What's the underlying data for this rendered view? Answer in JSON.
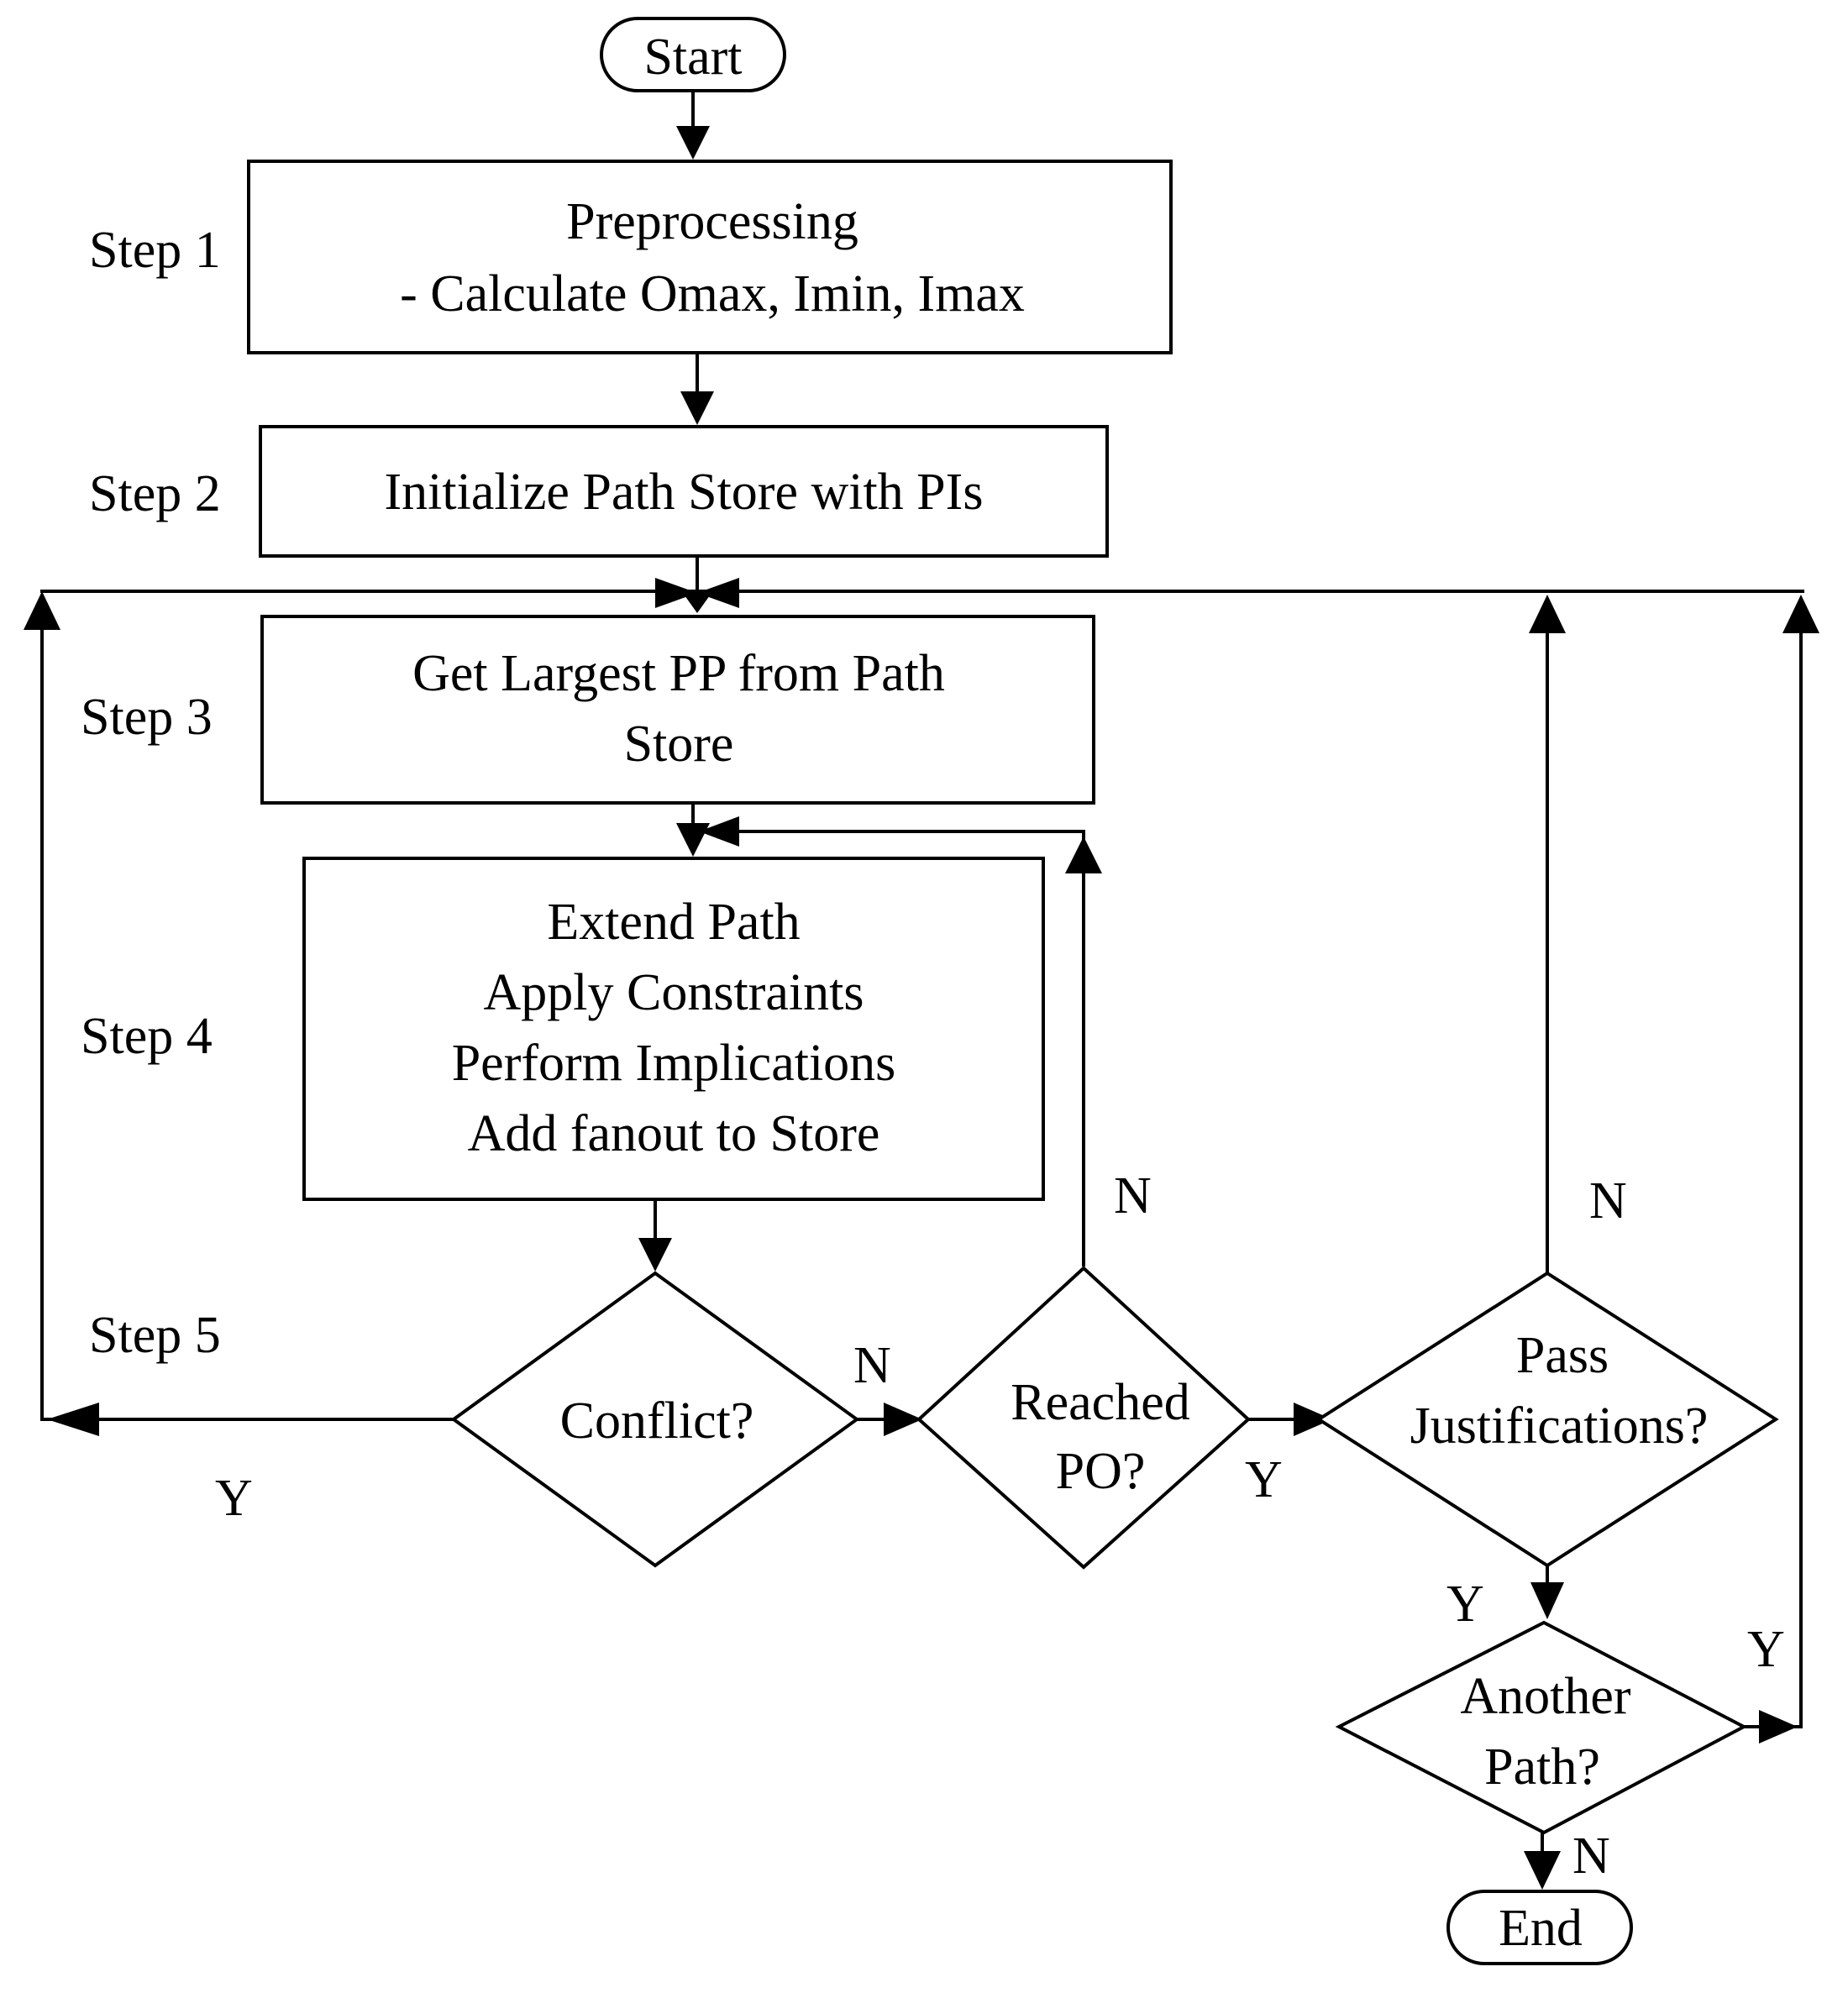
{
  "terminals": {
    "start": "Start",
    "end": "End"
  },
  "steps": {
    "step1": "Step 1",
    "step2": "Step 2",
    "step3": "Step 3",
    "step4": "Step 4",
    "step5": "Step 5"
  },
  "boxes": {
    "preprocessing": [
      "Preprocessing",
      "- Calculate Omax, Imin, Imax"
    ],
    "initialize": [
      "Initialize Path Store with PIs"
    ],
    "get_largest": [
      "Get Largest PP from Path",
      "Store"
    ],
    "extend": [
      "Extend Path",
      "Apply Constraints",
      "Perform Implications",
      "Add fanout to Store"
    ]
  },
  "decisions": {
    "conflict": [
      "Conflict?"
    ],
    "reached_po": [
      "Reached",
      "PO?"
    ],
    "pass_just": [
      "Pass",
      "Justifications?"
    ],
    "another_path": [
      "Another",
      "Path?"
    ]
  },
  "edge_labels": {
    "conflict_yes": "Y",
    "conflict_no": "N",
    "reached_no": "N",
    "reached_yes": "Y",
    "pass_no": "N",
    "pass_yes": "Y",
    "another_yes": "Y",
    "another_no": "N"
  }
}
